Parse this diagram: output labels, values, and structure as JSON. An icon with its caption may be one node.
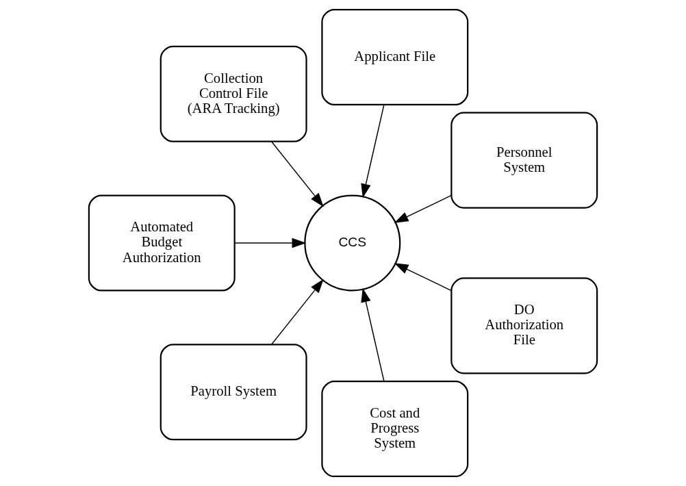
{
  "diagram": {
    "nodes": [
      {
        "text": [
          "Personnel System"
        ]
      },
      {
        "text": [
          "Applicant File"
        ]
      },
      {
        "text": [
          "Collection Control File (ARA Tracking)"
        ]
      },
      {
        "text": [
          "CCS"
        ]
      },
      {
        "text": [
          "Automated Budget Authorization"
        ]
      },
      {
        "text": [
          "Payroll System"
        ]
      },
      {
        "text": [
          "Cost and Progress System"
        ]
      },
      {
        "text": [
          "DO Authorization File"
        ]
      }
    ],
    "edges": [
      {
        "from": 0,
        "to": 3,
        "arrow": "to"
      },
      {
        "from": 1,
        "to": 3,
        "arrow": "to"
      },
      {
        "from": 2,
        "to": 3,
        "arrow": "to"
      },
      {
        "from": 4,
        "to": 3,
        "arrow": "to"
      },
      {
        "from": 5,
        "to": 3,
        "arrow": "to"
      },
      {
        "from": 6,
        "to": 3,
        "arrow": "to"
      },
      {
        "from": 7,
        "to": 3,
        "arrow": "to"
      }
    ]
  }
}
